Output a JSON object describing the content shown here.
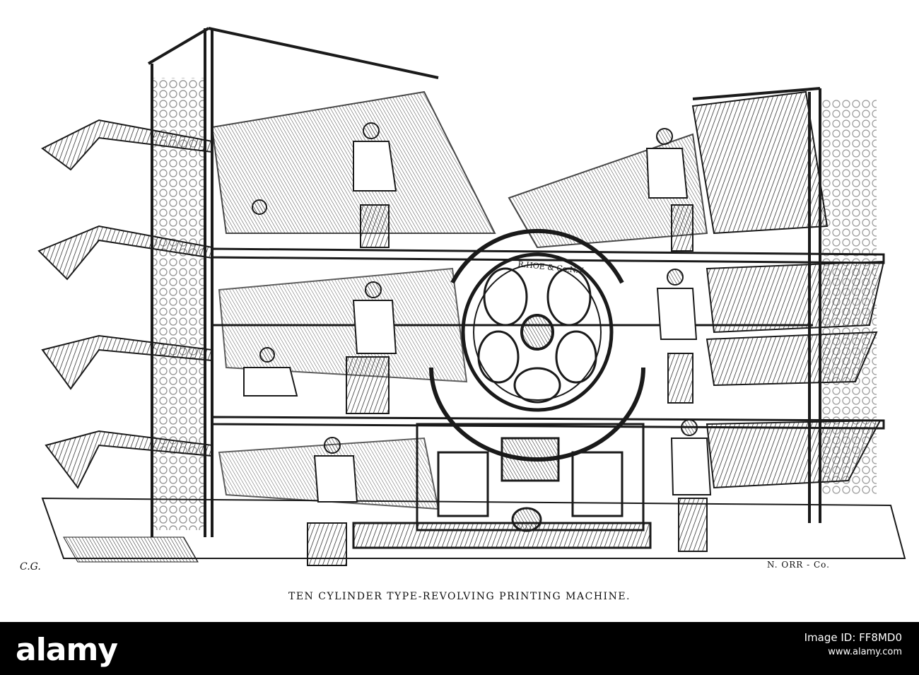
{
  "image": {
    "caption": "TEN CYLINDER TYPE-REVOLVING PRINTING MACHINE.",
    "maker_plate": "R.HOE & Co.N.Y.",
    "artist_initials": "C.G.",
    "engraver_credit": "N. ORR - Co.",
    "ink_color": "#1a1a1a",
    "paper_color": "#ffffff"
  },
  "watermark": {
    "logo": "alamy",
    "image_id_label": "Image ID: FF8MD0",
    "url": "www.alamy.com",
    "band_color": "#000000"
  }
}
